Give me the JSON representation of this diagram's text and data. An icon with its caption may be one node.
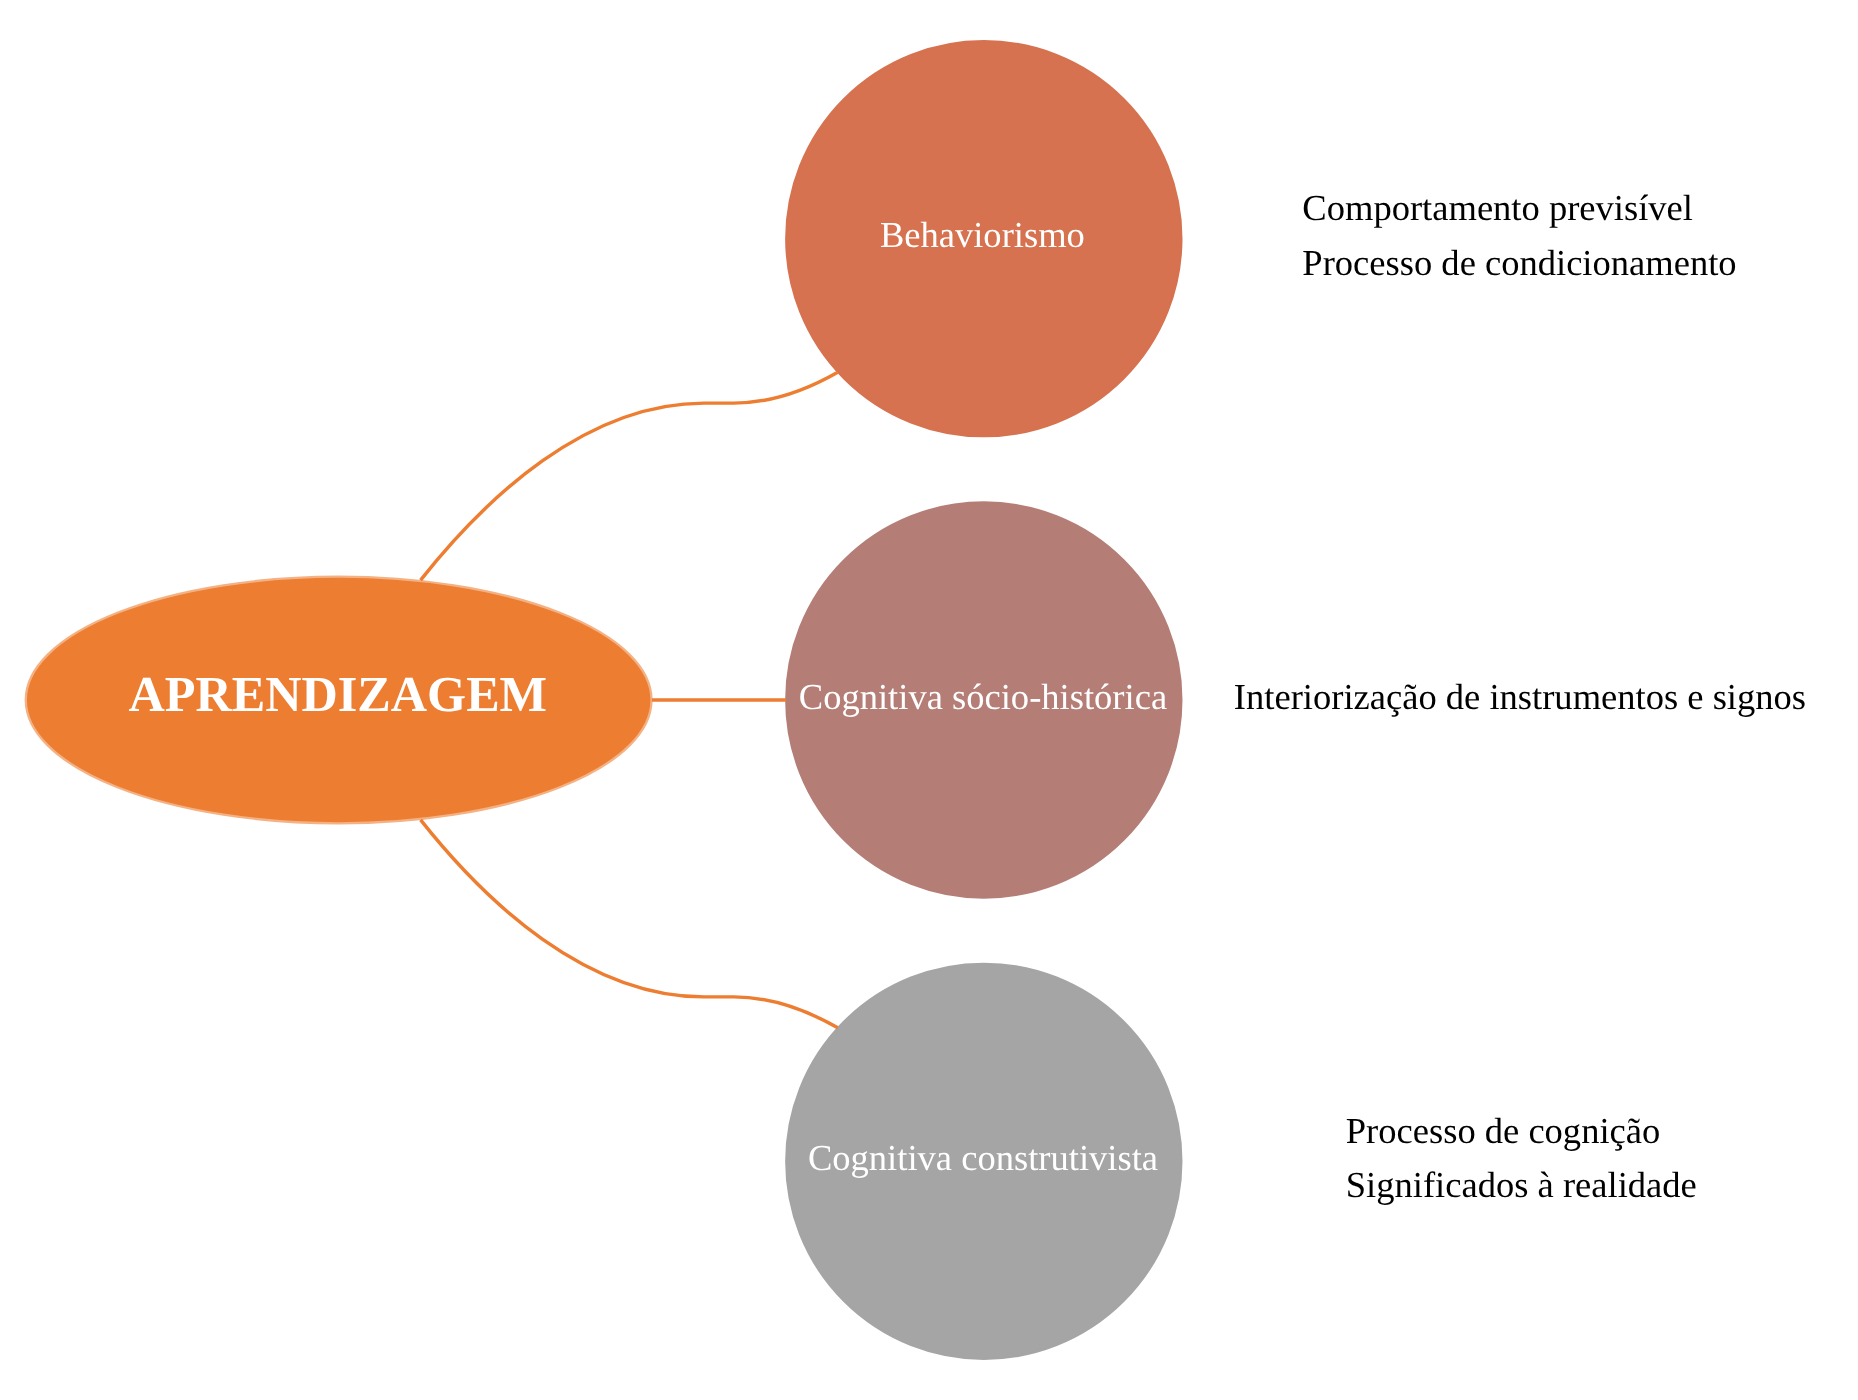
{
  "diagram": {
    "nodes": [
      {
        "text": [
          "APRENDIZAGEM"
        ]
      },
      {
        "text": [
          "Behaviorismo"
        ],
        "beside": [
          "Comportamento previsível",
          "Processo de condicionamento"
        ]
      },
      {
        "text": [
          "Cognitiva sócio-histórica"
        ],
        "beside": [
          "Interiorização de instrumentos e signos"
        ]
      },
      {
        "text": [
          "Cognitiva construtivista"
        ],
        "beside": [
          "Processo de cognição",
          "Significados à realidade"
        ]
      }
    ],
    "edges": [
      {
        "from": 0,
        "to": 1,
        "arrow": "none"
      },
      {
        "from": 0,
        "to": 2,
        "arrow": "none"
      },
      {
        "from": 0,
        "to": 3,
        "arrow": "none"
      }
    ]
  }
}
